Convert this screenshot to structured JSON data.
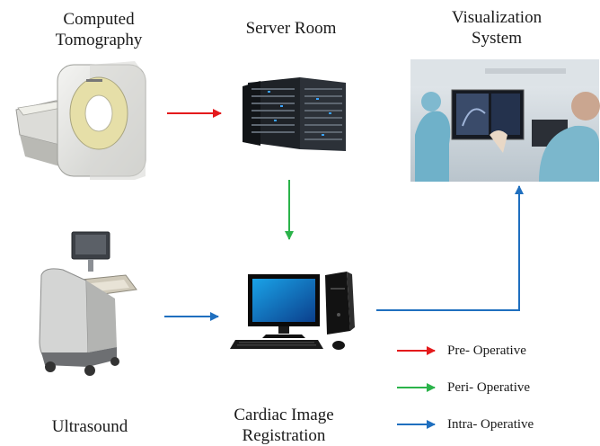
{
  "nodes": {
    "ct": {
      "label_line1": "Computed",
      "label_line2": "Tomography"
    },
    "server": {
      "label": "Server Room"
    },
    "visualization": {
      "label_line1": "Visualization",
      "label_line2": "System"
    },
    "ultrasound": {
      "label": "Ultrasound"
    },
    "registration": {
      "label_line1": "Cardiac Image",
      "label_line2": "Registration"
    }
  },
  "legend": [
    {
      "label": "Pre- Operative",
      "color": "#e41a1c"
    },
    {
      "label": "Peri- Operative",
      "color": "#2bb34a"
    },
    {
      "label": "Intra- Operative",
      "color": "#1f6fbf"
    }
  ],
  "icons": [
    "ct-scanner-icon",
    "server-rack-icon",
    "surgeons-display-icon",
    "ultrasound-machine-icon",
    "desktop-computer-icon"
  ]
}
